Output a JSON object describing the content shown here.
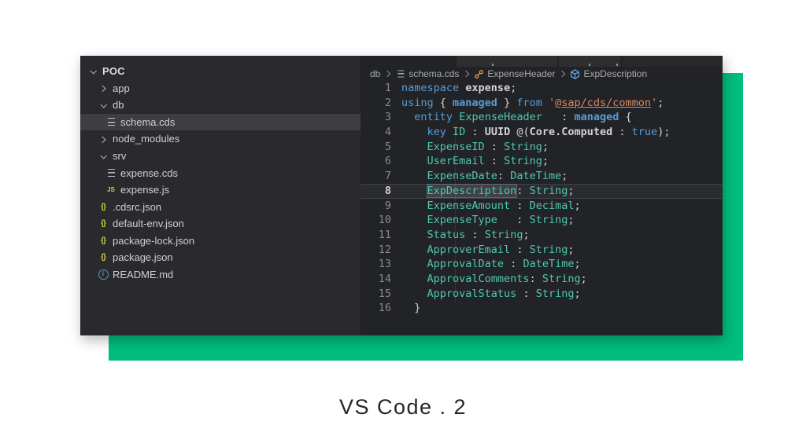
{
  "caption": "VS Code . 2",
  "colors": {
    "accent_green": "#00bd7e",
    "editor_bg": "#222327",
    "sidebar_bg": "#2a2a2e",
    "selected_item_bg": "#3d3d42",
    "keyword": "#569cd6",
    "type": "#4ec9b0",
    "plain": "#d4d4d4",
    "string": "#ce9178",
    "link": "#d7885f",
    "line_number": "#8a8a8a",
    "active_line_number": "#d0d0d0",
    "breadcrumb_text": "#a9abad",
    "class_icon": "#e8a04e",
    "field_icon": "#6ca9e8",
    "js_icon": "#e1c542",
    "json_icon": "#cbcb41",
    "info_icon": "#519aba",
    "caption_text": "#262626"
  },
  "icons": {
    "chevron-down": "v-chevron shape",
    "chevron-right": ">-chevron shape",
    "cds": "three-lines shape",
    "js": "JS",
    "json": "{}",
    "info": "i",
    "class": "class-symbol",
    "field": "cube-symbol"
  },
  "sidebar": {
    "items": [
      {
        "icon": "chevron-down",
        "label": "POC",
        "indent": 0,
        "bold": true,
        "selected": false
      },
      {
        "icon": "chevron-right",
        "label": "app",
        "indent": 1,
        "bold": false,
        "selected": false
      },
      {
        "icon": "chevron-down",
        "label": "db",
        "indent": 1,
        "bold": false,
        "selected": false
      },
      {
        "icon": "cds",
        "label": "schema.cds",
        "indent": 2,
        "bold": false,
        "selected": true
      },
      {
        "icon": "chevron-right",
        "label": "node_modules",
        "indent": 1,
        "bold": false,
        "selected": false
      },
      {
        "icon": "chevron-down",
        "label": "srv",
        "indent": 1,
        "bold": false,
        "selected": false
      },
      {
        "icon": "cds",
        "label": "expense.cds",
        "indent": 2,
        "bold": false,
        "selected": false
      },
      {
        "icon": "js",
        "label": "expense.js",
        "indent": 2,
        "bold": false,
        "selected": false
      },
      {
        "icon": "json",
        "label": ".cdsrc.json",
        "indent": 1,
        "bold": false,
        "selected": false
      },
      {
        "icon": "json",
        "label": "default-env.json",
        "indent": 1,
        "bold": false,
        "selected": false
      },
      {
        "icon": "json",
        "label": "package-lock.json",
        "indent": 1,
        "bold": false,
        "selected": false
      },
      {
        "icon": "json",
        "label": "package.json",
        "indent": 1,
        "bold": false,
        "selected": false
      },
      {
        "icon": "info",
        "label": "README.md",
        "indent": 1,
        "bold": false,
        "selected": false
      }
    ]
  },
  "breadcrumb": {
    "segments": [
      {
        "label": "db"
      },
      {
        "label": "schema.cds",
        "icon": "cds"
      },
      {
        "label": "ExpenseHeader",
        "icon": "class"
      },
      {
        "label": "ExpDescription",
        "icon": "field"
      }
    ]
  },
  "editor": {
    "lines": [
      {
        "num": 1,
        "tokens": [
          [
            "kw",
            "namespace"
          ],
          [
            "pl",
            " "
          ],
          [
            "plb",
            "expense"
          ],
          [
            "pl",
            ";"
          ]
        ]
      },
      {
        "num": 2,
        "tokens": [
          [
            "kw",
            "using"
          ],
          [
            "pl",
            " { "
          ],
          [
            "kwb",
            "managed"
          ],
          [
            "pl",
            " } "
          ],
          [
            "kw",
            "from"
          ],
          [
            "pl",
            " "
          ],
          [
            "str",
            "'"
          ],
          [
            "link",
            "@sap/cds/common"
          ],
          [
            "str",
            "'"
          ],
          [
            "pl",
            ";"
          ]
        ]
      },
      {
        "num": 3,
        "tokens": [
          [
            "pl",
            "  "
          ],
          [
            "kw",
            "entity"
          ],
          [
            "pl",
            " "
          ],
          [
            "id",
            "ExpenseHeader"
          ],
          [
            "pl",
            "   : "
          ],
          [
            "kwb",
            "managed"
          ],
          [
            "pl",
            " {"
          ]
        ]
      },
      {
        "num": 4,
        "tokens": [
          [
            "pl",
            "    "
          ],
          [
            "kw",
            "key"
          ],
          [
            "pl",
            " "
          ],
          [
            "id",
            "ID"
          ],
          [
            "pl",
            " : "
          ],
          [
            "plb",
            "UUID"
          ],
          [
            "pl",
            " @("
          ],
          [
            "plb",
            "Core.Computed"
          ],
          [
            "pl",
            " : "
          ],
          [
            "kw",
            "true"
          ],
          [
            "pl",
            ");"
          ]
        ]
      },
      {
        "num": 5,
        "tokens": [
          [
            "pl",
            "    "
          ],
          [
            "id",
            "ExpenseID"
          ],
          [
            "pl",
            " : "
          ],
          [
            "id",
            "String"
          ],
          [
            "pl",
            ";"
          ]
        ]
      },
      {
        "num": 6,
        "tokens": [
          [
            "pl",
            "    "
          ],
          [
            "id",
            "UserEmail"
          ],
          [
            "pl",
            " : "
          ],
          [
            "id",
            "String"
          ],
          [
            "pl",
            ";"
          ]
        ]
      },
      {
        "num": 7,
        "tokens": [
          [
            "pl",
            "    "
          ],
          [
            "id",
            "ExpenseDate"
          ],
          [
            "pl",
            ": "
          ],
          [
            "id",
            "DateTime"
          ],
          [
            "pl",
            ";"
          ]
        ]
      },
      {
        "num": 8,
        "current": true,
        "tokens": [
          [
            "pl",
            "    "
          ],
          [
            "idh",
            "ExpDescription"
          ],
          [
            "pl",
            ": "
          ],
          [
            "id",
            "String"
          ],
          [
            "pl",
            ";"
          ]
        ]
      },
      {
        "num": 9,
        "tokens": [
          [
            "pl",
            "    "
          ],
          [
            "id",
            "ExpenseAmount"
          ],
          [
            "pl",
            " : "
          ],
          [
            "id",
            "Decimal"
          ],
          [
            "pl",
            ";"
          ]
        ]
      },
      {
        "num": 10,
        "tokens": [
          [
            "pl",
            "    "
          ],
          [
            "id",
            "ExpenseType"
          ],
          [
            "pl",
            "   : "
          ],
          [
            "id",
            "String"
          ],
          [
            "pl",
            ";"
          ]
        ]
      },
      {
        "num": 11,
        "tokens": [
          [
            "pl",
            "    "
          ],
          [
            "id",
            "Status"
          ],
          [
            "pl",
            " : "
          ],
          [
            "id",
            "String"
          ],
          [
            "pl",
            ";"
          ]
        ]
      },
      {
        "num": 12,
        "tokens": [
          [
            "pl",
            "    "
          ],
          [
            "id",
            "ApproverEmail"
          ],
          [
            "pl",
            " : "
          ],
          [
            "id",
            "String"
          ],
          [
            "pl",
            ";"
          ]
        ]
      },
      {
        "num": 13,
        "tokens": [
          [
            "pl",
            "    "
          ],
          [
            "id",
            "ApprovalDate"
          ],
          [
            "pl",
            " : "
          ],
          [
            "id",
            "DateTime"
          ],
          [
            "pl",
            ";"
          ]
        ]
      },
      {
        "num": 14,
        "tokens": [
          [
            "pl",
            "    "
          ],
          [
            "id",
            "ApprovalComments"
          ],
          [
            "pl",
            ": "
          ],
          [
            "id",
            "String"
          ],
          [
            "pl",
            ";"
          ]
        ]
      },
      {
        "num": 15,
        "tokens": [
          [
            "pl",
            "    "
          ],
          [
            "id",
            "ApprovalStatus"
          ],
          [
            "pl",
            " : "
          ],
          [
            "id",
            "String"
          ],
          [
            "pl",
            ";"
          ]
        ]
      },
      {
        "num": 16,
        "tokens": [
          [
            "pl",
            "  }"
          ]
        ]
      }
    ]
  }
}
